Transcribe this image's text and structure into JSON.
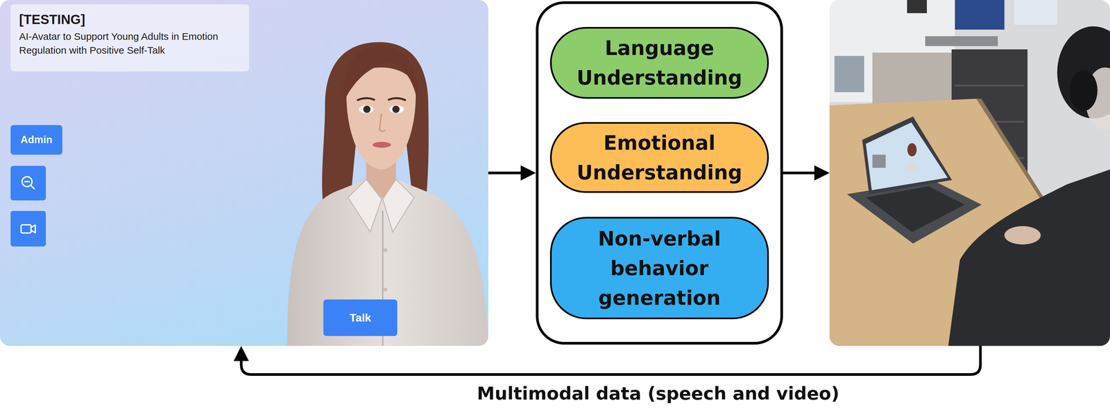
{
  "diagram": {
    "nodes": [
      {
        "text": []
      },
      {
        "text": [
          "[TESTING]",
          "AI-Avatar to Support Young Adults in Emotion Regulation with Positive Self-Talk"
        ],
        "in": 0
      },
      {
        "text": [
          "Admin"
        ],
        "in": 0
      },
      {
        "text": [
          "Talk"
        ],
        "in": 0
      },
      {
        "text": []
      },
      {
        "text": [
          "Language Understanding"
        ],
        "in": 4
      },
      {
        "text": [
          "Emotional Understanding"
        ],
        "in": 4
      },
      {
        "text": [
          "Non-verbal behavior generation"
        ],
        "in": 4
      },
      {
        "text": []
      }
    ],
    "edges": [
      {
        "from": 0,
        "to": 4,
        "arrow": "to"
      },
      {
        "from": 4,
        "to": 8,
        "arrow": "to"
      },
      {
        "from": 8,
        "to": 0,
        "arrow": "to",
        "label": "Multimodal data (speech and video)"
      }
    ]
  }
}
